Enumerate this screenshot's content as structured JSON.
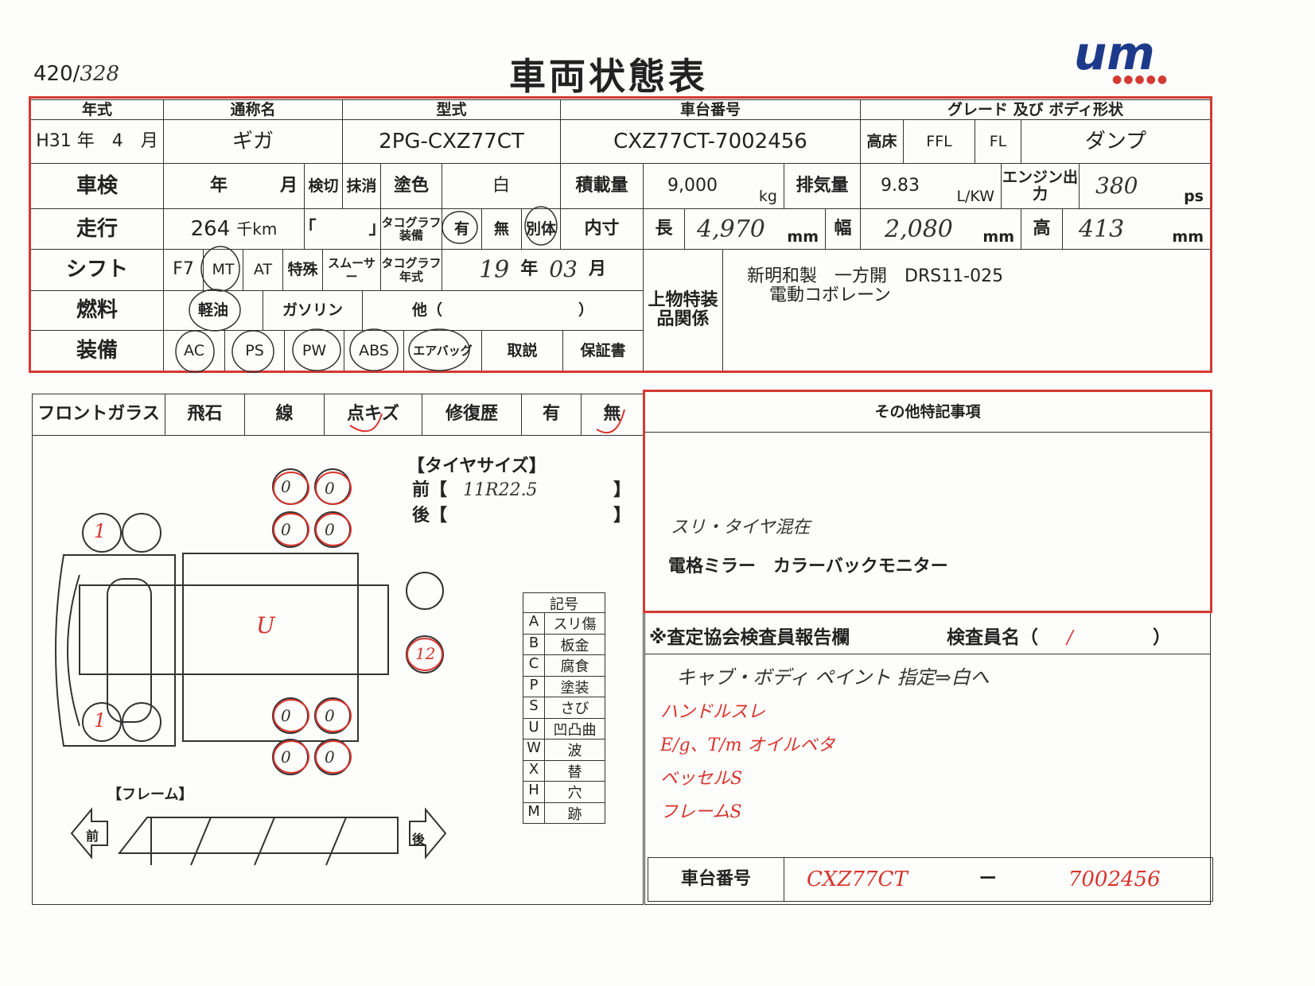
{
  "doc": {
    "title": "車両状態表",
    "ref_number": "420/",
    "ref_handwritten": "328",
    "logo_text": "um"
  },
  "top": {
    "headers": {
      "year": "年式",
      "name": "通称名",
      "model": "型式",
      "chassis": "車台番号",
      "grade": "グレード 及び ボディ形状"
    },
    "year_value": "H31 年　4　月",
    "name_value": "ギガ",
    "model_value": "2PG-CXZ77CT",
    "chassis_value": "CXZ77CT-7002456",
    "grade_opts": [
      "高床",
      "FFL",
      "FL"
    ],
    "body": "ダンプ",
    "shaken": {
      "label": "車検",
      "date": "年　　　月",
      "kengiri": "検切",
      "massho": "抹消",
      "color_label": "塗色",
      "color": "白",
      "load_label": "積載量",
      "load": "9,000",
      "load_unit": "kg",
      "disp_label": "排気量",
      "disp": "9.83",
      "disp_unit": "L/KW",
      "engine_label": "エンジン出力",
      "engine": "380",
      "engine_unit": "ps"
    },
    "mileage": {
      "label": "走行",
      "value": "264",
      "unit": "千km",
      "bracket": "「　　　」",
      "tacho_label": "タコグラフ装備",
      "opts": [
        "有",
        "無",
        "別体"
      ],
      "inner_label": "内寸",
      "len_label": "長",
      "len": "4,970",
      "wid_label": "幅",
      "wid": "2,080",
      "hei_label": "高",
      "hei": "413",
      "mm": "mm"
    },
    "shift": {
      "label": "シフト",
      "opts": [
        "F7",
        "MT",
        "AT",
        "特殊",
        "スムーサー"
      ],
      "tacho_year_label": "タコグラフ年式",
      "year": "19",
      "year_unit": "年",
      "month": "03",
      "month_unit": "月"
    },
    "fuel": {
      "label": "燃料",
      "opts": [
        "軽油",
        "ガソリン",
        "他（　　　　　　　　　）"
      ]
    },
    "equip": {
      "label": "装備",
      "opts": [
        "AC",
        "PS",
        "PW",
        "ABS",
        "エアバッグ",
        "取説",
        "保証書"
      ]
    },
    "body_equip": {
      "label": "上物特装品関係",
      "line1": "新明和製　一方開　DRS11-025",
      "line2": "電動コボレーン"
    }
  },
  "windshield": {
    "label": "フロントガラス",
    "opts": [
      "飛石",
      "線",
      "点キズ"
    ],
    "repair_label": "修復歴",
    "repair_opts": [
      "有",
      "無"
    ]
  },
  "tire": {
    "title": "【タイヤサイズ】",
    "front_label": "前【",
    "front": "11R22.5",
    "rear_label": "後【",
    "close": "】"
  },
  "diagram": {
    "tire_marks": [
      "0",
      "0",
      "0",
      "0",
      "1",
      "0",
      "0",
      "0",
      "0",
      "1"
    ],
    "spare_mark": "12",
    "body_mark": "U",
    "frame_label": "【フレーム】",
    "front": "前",
    "rear": "後"
  },
  "legend": {
    "title": "記号",
    "rows": [
      [
        "A",
        "スリ傷"
      ],
      [
        "B",
        "板金"
      ],
      [
        "C",
        "腐食"
      ],
      [
        "P",
        "塗装"
      ],
      [
        "S",
        "さび"
      ],
      [
        "U",
        "凹凸曲"
      ],
      [
        "W",
        "波"
      ],
      [
        "X",
        "替"
      ],
      [
        "H",
        "穴"
      ],
      [
        "M",
        "跡"
      ]
    ]
  },
  "other": {
    "title": "その他特記事項",
    "line1": "スリ・タイヤ混在",
    "line2": "電格ミラー　カラーバックモニター"
  },
  "report": {
    "title": "※査定協会検査員報告欄",
    "inspector_label": "検査員名（",
    "inspector": "/",
    "close": "）",
    "line1": "キャブ・ボディ ペイント 指定⇒白へ",
    "red_lines": [
      "ハンドルスレ",
      "E/g、T/m オイルベタ",
      "ベッセルS",
      "フレームS"
    ]
  },
  "chassis_footer": {
    "label": "車台番号",
    "value1": "CXZ77CT",
    "dash": "ー",
    "value2": "7002456"
  }
}
